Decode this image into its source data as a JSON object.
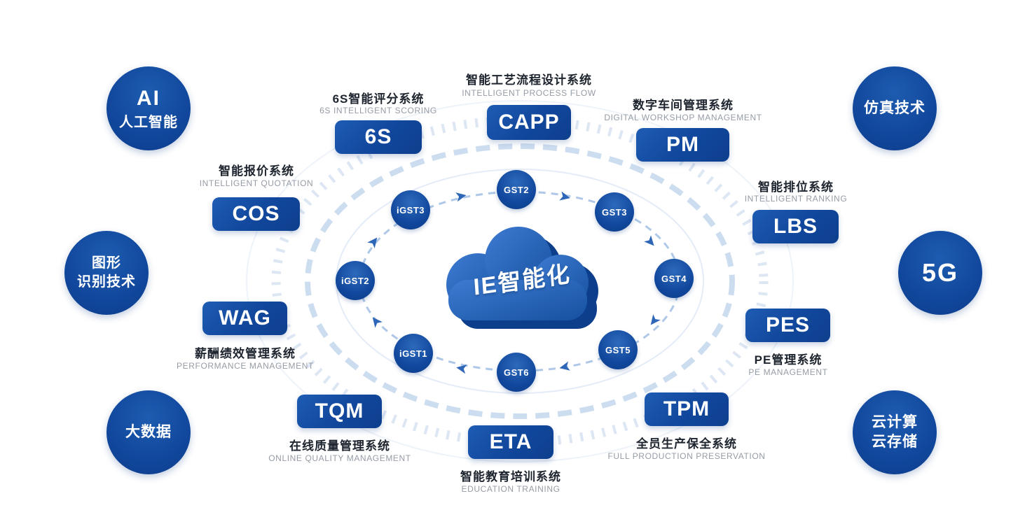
{
  "icons": {
    "arrow_glyph": "➤"
  },
  "center_cloud": {
    "label": "IE智能化"
  },
  "cycle_nodes": [
    {
      "label": "GST2"
    },
    {
      "label": "GST3"
    },
    {
      "label": "GST4"
    },
    {
      "label": "GST5"
    },
    {
      "label": "GST6"
    },
    {
      "label": "iGST1"
    },
    {
      "label": "iGST2"
    },
    {
      "label": "iGST3"
    }
  ],
  "systems": [
    {
      "abbr": "6S",
      "cn": "6S智能评分系统",
      "en": "6S INTELLIGENT SCORING"
    },
    {
      "abbr": "CAPP",
      "cn": "智能工艺流程设计系统",
      "en": "INTELLIGENT PROCESS FLOW"
    },
    {
      "abbr": "PM",
      "cn": "数字车间管理系统",
      "en": "DIGITAL WORKSHOP MANAGEMENT"
    },
    {
      "abbr": "LBS",
      "cn": "智能排位系统",
      "en": "INTELLIGENT RANKING"
    },
    {
      "abbr": "PES",
      "cn": "PE管理系统",
      "en": "PE MANAGEMENT"
    },
    {
      "abbr": "TPM",
      "cn": "全员生产保全系统",
      "en": "FULL PRODUCTION PRESERVATION"
    },
    {
      "abbr": "ETA",
      "cn": "智能教育培训系统",
      "en": "EDUCATION TRAINING"
    },
    {
      "abbr": "TQM",
      "cn": "在线质量管理系统",
      "en": "ONLINE QUALITY MANAGEMENT"
    },
    {
      "abbr": "WAG",
      "cn": "薪酬绩效管理系统",
      "en": "PERFORMANCE MANAGEMENT"
    },
    {
      "abbr": "COS",
      "cn": "智能报价系统",
      "en": "INTELLIGENT QUOTATION"
    }
  ],
  "tech_circles": [
    {
      "l1": "AI",
      "l2": "人工智能"
    },
    {
      "l1": "仿真技术"
    },
    {
      "l1": "图形",
      "l2": "识别技术"
    },
    {
      "l1": "5G"
    },
    {
      "l1": "大数据"
    },
    {
      "l1": "云计算",
      "l2": "云存储"
    }
  ],
  "colors": {
    "primary_blue": "#11479c",
    "ring_light_blue": "#cdddf0",
    "arrow_blue": "#2e66b8",
    "cn_text": "#1d242e",
    "en_text": "#969ca5"
  }
}
